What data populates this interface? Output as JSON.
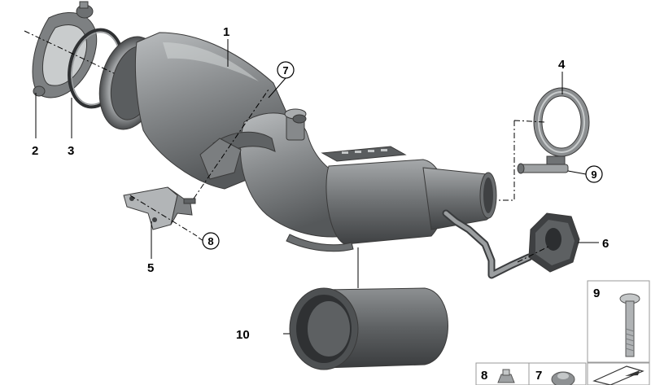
{
  "diagram": {
    "callouts": [
      {
        "id": "c1",
        "label": "1",
        "circled": false
      },
      {
        "id": "c2",
        "label": "2",
        "circled": false
      },
      {
        "id": "c3",
        "label": "3",
        "circled": false
      },
      {
        "id": "c4",
        "label": "4",
        "circled": false
      },
      {
        "id": "c5",
        "label": "5",
        "circled": false
      },
      {
        "id": "c6",
        "label": "6",
        "circled": false
      },
      {
        "id": "c7",
        "label": "7",
        "circled": true
      },
      {
        "id": "c8",
        "label": "8",
        "circled": true
      },
      {
        "id": "c9",
        "label": "9",
        "circled": true
      },
      {
        "id": "c10",
        "label": "10",
        "circled": false
      }
    ],
    "insets": [
      {
        "label": "9",
        "part": "carriage-bolt"
      },
      {
        "label": "8",
        "part": "nut"
      },
      {
        "label": "7",
        "part": "nut"
      }
    ],
    "colors": {
      "metal_dark": "#6f7274",
      "metal_mid": "#8c8f91",
      "metal_light": "#b7babc",
      "shadow": "#3c3e40",
      "rubber": "#4a4a4a",
      "line": "#000000"
    }
  }
}
